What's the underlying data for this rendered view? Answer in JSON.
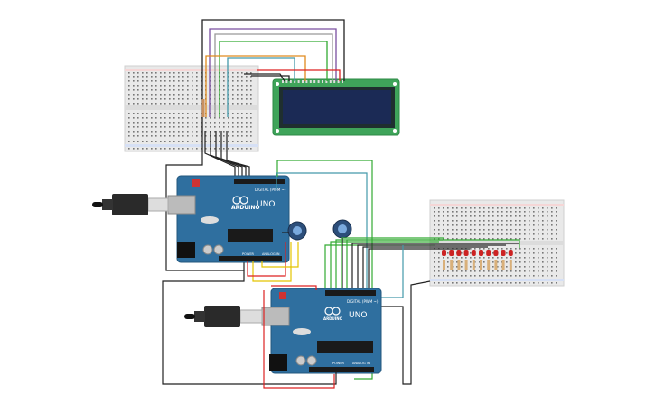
{
  "boards": {
    "top": {
      "logo": "ARDUINO",
      "model": "UNO",
      "header_digital": "DIGITAL (PWM ~)",
      "header_power": "POWER",
      "header_analog": "ANALOG IN"
    },
    "bottom": {
      "logo": "ARDUINO",
      "model": "UNO",
      "header_digital": "DIGITAL (PWM ~)",
      "header_power": "POWER",
      "header_analog": "ANALOG IN"
    }
  },
  "led_count": 10,
  "colors": {
    "board": "#2f6f9f",
    "lcd_pcb": "#3fa45a",
    "lcd_screen": "#1b2a55",
    "breadboard": "#e6e6e6",
    "wire_red": "#d22",
    "wire_black": "#222",
    "wire_green": "#3a3",
    "wire_teal": "#49a",
    "wire_yellow": "#e4c400",
    "wire_purple": "#7a4fa0",
    "wire_orange": "#e08a1e",
    "led_red": "#c22"
  }
}
